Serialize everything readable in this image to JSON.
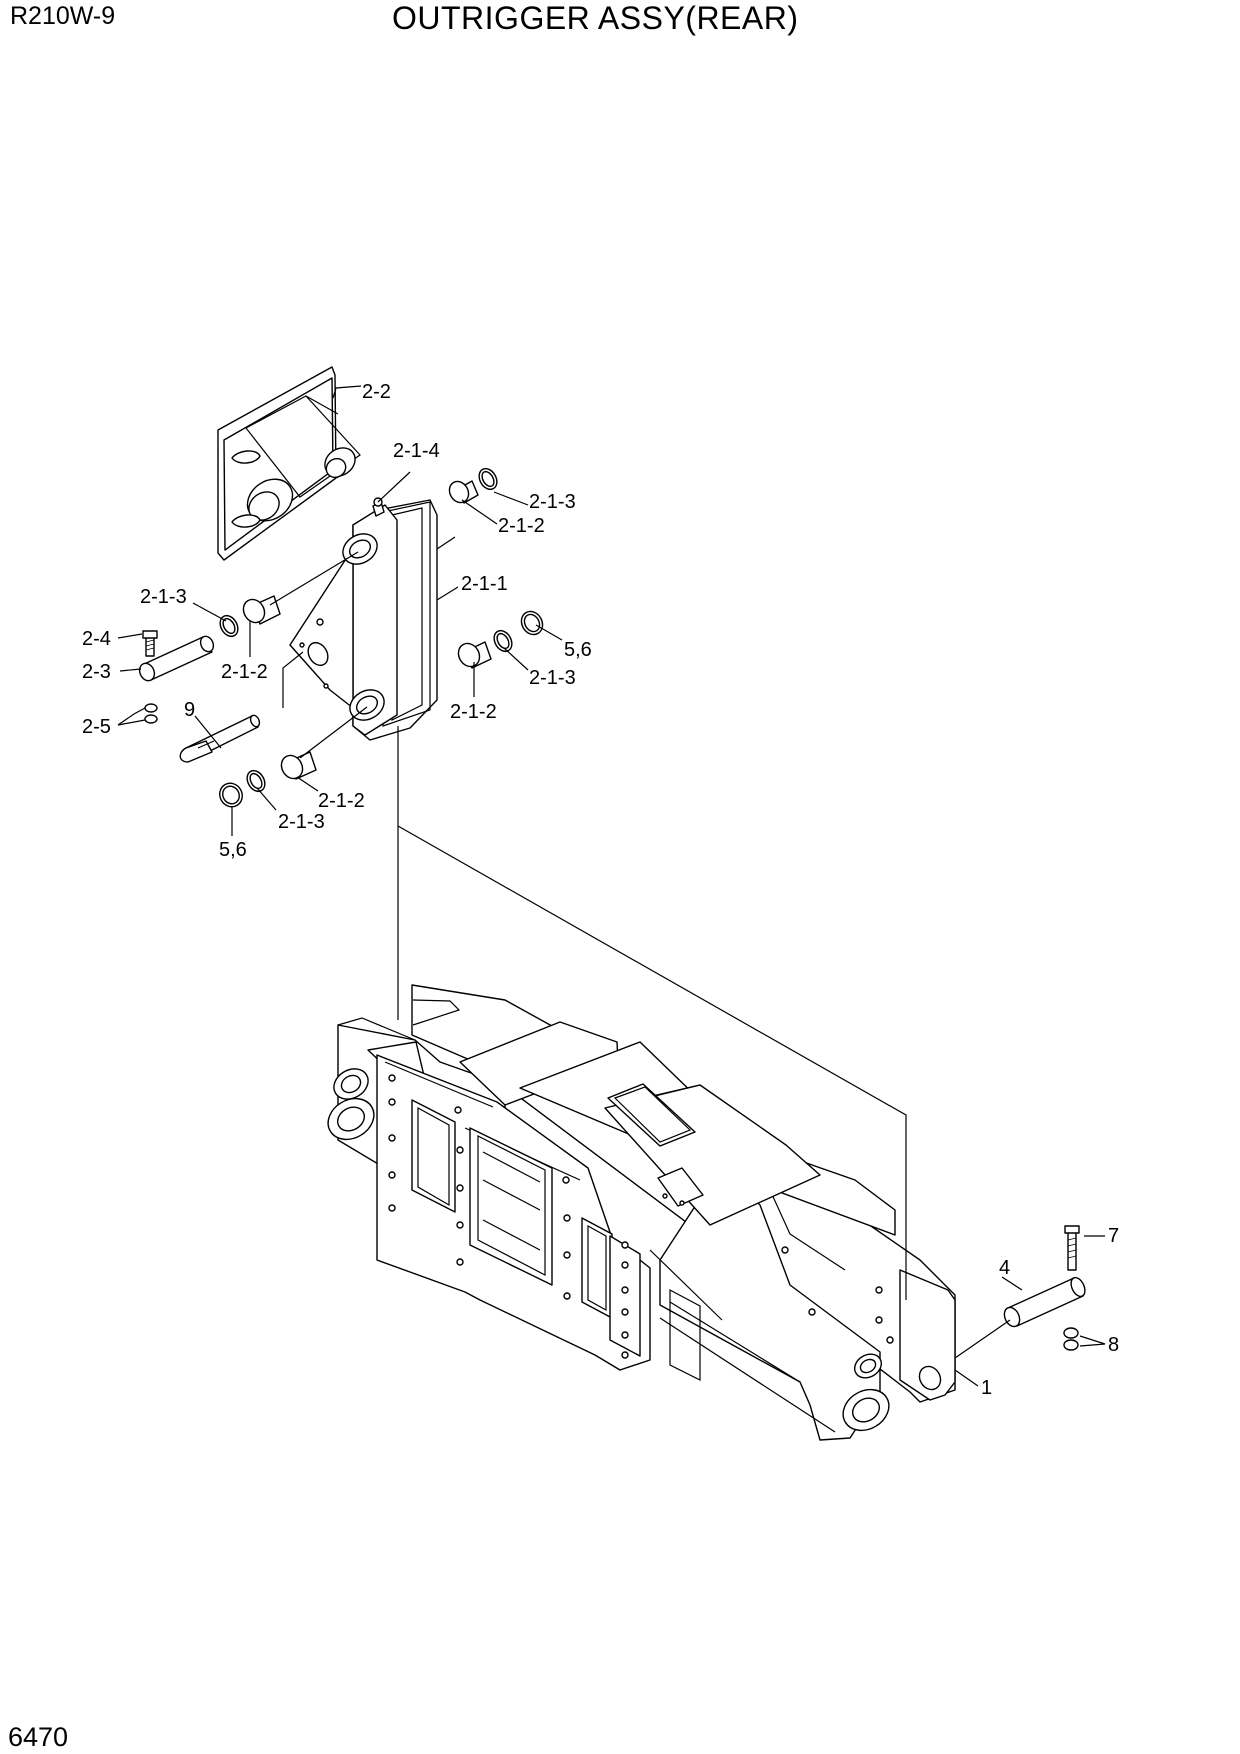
{
  "header": {
    "model": "R210W-9",
    "title": "OUTRIGGER ASSY(REAR)"
  },
  "footer": {
    "page_number": "6470"
  },
  "callouts": [
    {
      "id": "c-2-2",
      "text": "2-2"
    },
    {
      "id": "c-2-1-4",
      "text": "2-1-4"
    },
    {
      "id": "c-2-1-3a",
      "text": "2-1-3"
    },
    {
      "id": "c-2-1-2a",
      "text": "2-1-2"
    },
    {
      "id": "c-2-1-1",
      "text": "2-1-1"
    },
    {
      "id": "c-2-1-3b",
      "text": "2-1-3"
    },
    {
      "id": "c-2-4",
      "text": "2-4"
    },
    {
      "id": "c-2-3",
      "text": "2-3"
    },
    {
      "id": "c-2-1-2b",
      "text": "2-1-2"
    },
    {
      "id": "c-5-6a",
      "text": "5,6"
    },
    {
      "id": "c-2-1-3c",
      "text": "2-1-3"
    },
    {
      "id": "c-9",
      "text": "9"
    },
    {
      "id": "c-2-5",
      "text": "2-5"
    },
    {
      "id": "c-2-1-2c",
      "text": "2-1-2"
    },
    {
      "id": "c-2-1-2d",
      "text": "2-1-2"
    },
    {
      "id": "c-2-1-3d",
      "text": "2-1-3"
    },
    {
      "id": "c-5-6b",
      "text": "5,6"
    },
    {
      "id": "c-7",
      "text": "7"
    },
    {
      "id": "c-4",
      "text": "4"
    },
    {
      "id": "c-8",
      "text": "8"
    },
    {
      "id": "c-1",
      "text": "1"
    }
  ]
}
